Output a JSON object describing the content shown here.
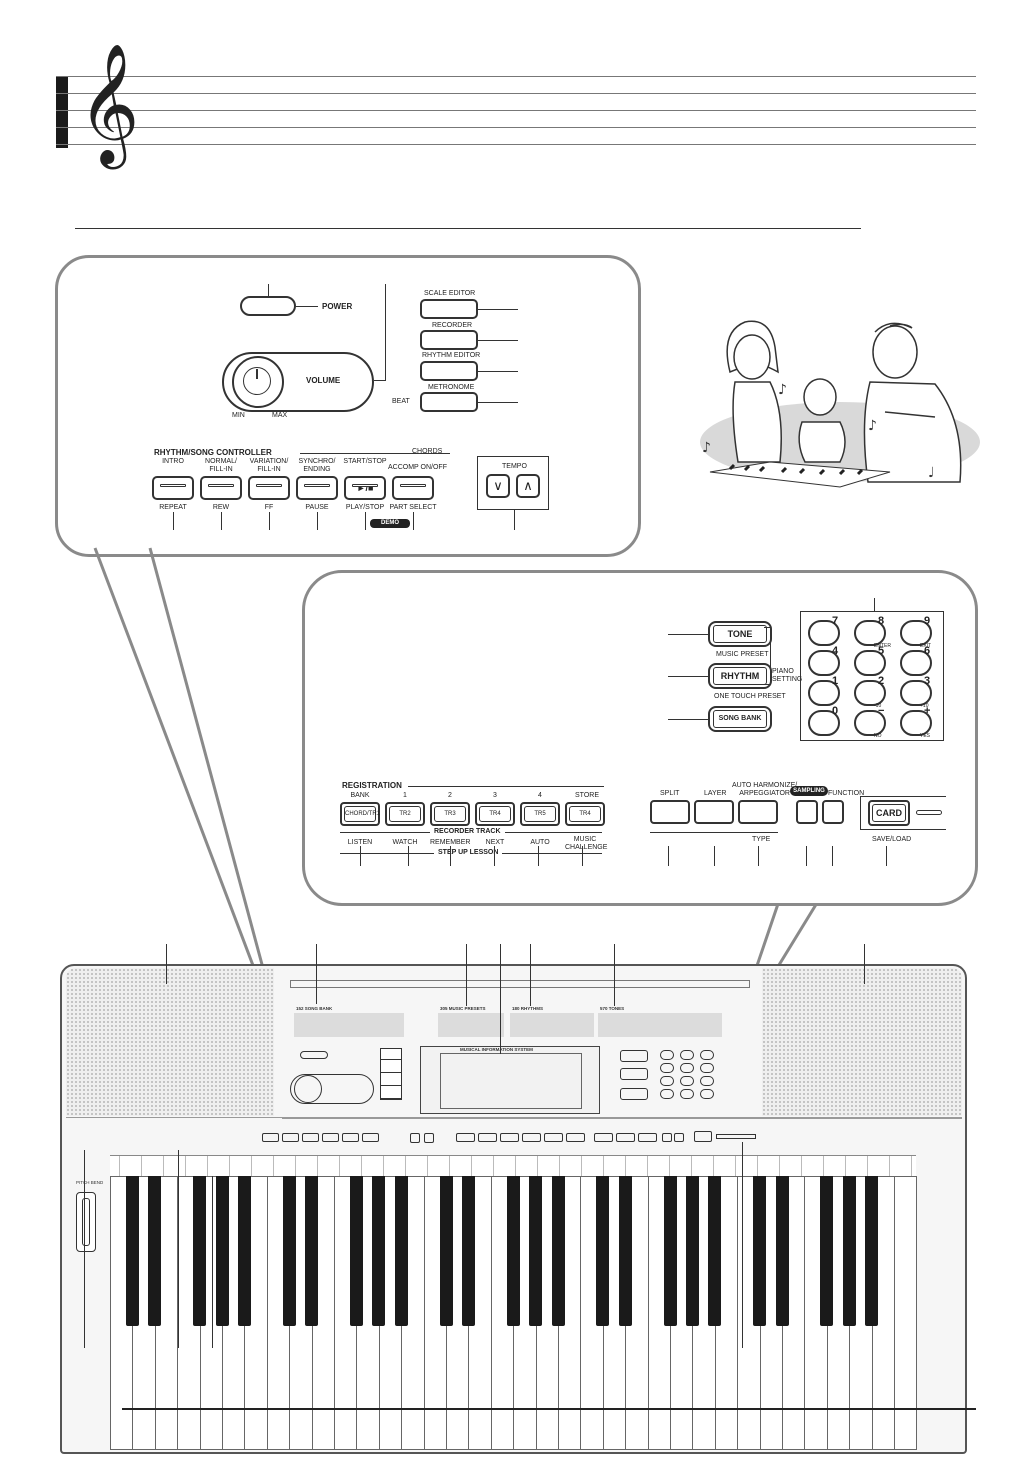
{
  "volume_panel": {
    "power_label": "POWER",
    "volume_label": "VOLUME",
    "min_label": "MIN",
    "max_label": "MAX",
    "scale_editor": "SCALE EDITOR",
    "recorder": "RECORDER",
    "rhythm_editor": "RHYTHM EDITOR",
    "metronome": "METRONOME",
    "beat": "BEAT"
  },
  "controller": {
    "title": "RHYTHM/SONG CONTROLLER",
    "chords_top": "CHORDS",
    "buttons": [
      {
        "top": "INTRO",
        "bottom": "REPEAT"
      },
      {
        "top": "NORMAL/\nFILL-IN",
        "bottom": "REW"
      },
      {
        "top": "VARIATION/\nFILL-IN",
        "bottom": "FF"
      },
      {
        "top": "SYNCHRO/\nENDING",
        "bottom": "PAUSE"
      },
      {
        "top": "START/STOP",
        "bottom": "PLAY/STOP",
        "face": "►/■"
      },
      {
        "top": "ACCOMP ON/OFF",
        "bottom": "PART SELECT"
      }
    ],
    "demo": "DEMO",
    "tempo": "TEMPO"
  },
  "mode_panel": {
    "tone": "TONE",
    "music_preset": "MUSIC PRESET",
    "rhythm": "RHYTHM",
    "one_touch_preset": "ONE TOUCH PRESET",
    "song_bank": "SONG BANK",
    "piano_setting": "PIANO\nSETTING",
    "numpad": [
      {
        "d": "7",
        "s": ""
      },
      {
        "d": "8",
        "s": "ENTER"
      },
      {
        "d": "9",
        "s": "EXIT"
      },
      {
        "d": "4",
        "s": ""
      },
      {
        "d": "5",
        "s": ""
      },
      {
        "d": "6",
        "s": ""
      },
      {
        "d": "1",
        "s": ""
      },
      {
        "d": "2",
        "s": "-10"
      },
      {
        "d": "3",
        "s": "+10"
      },
      {
        "d": "0",
        "s": ""
      },
      {
        "d": "−",
        "s": "NO"
      },
      {
        "d": "+",
        "s": "YES"
      }
    ]
  },
  "registration": {
    "title": "REGISTRATION",
    "headers": [
      "BANK",
      "1",
      "2",
      "3",
      "4",
      "STORE"
    ],
    "buttons": [
      "CHORD/TR1",
      "TR2",
      "TR3",
      "TR4",
      "TR5",
      "TR4"
    ],
    "recorder_track": "RECORDER TRACK",
    "lesson_labels": [
      "LISTEN",
      "WATCH",
      "REMEMBER",
      "NEXT",
      "AUTO",
      "MUSIC\nCHALLENGE"
    ],
    "step_up": "STEP UP LESSON"
  },
  "function_panel": {
    "split": "SPLIT",
    "layer": "LAYER",
    "auto_harmonize": "AUTO HARMONIZE/\nARPEGGIATOR",
    "type": "TYPE",
    "sampling": "SAMPLING",
    "function": "FUNCTION",
    "card": "CARD",
    "save_load": "SAVE/LOAD"
  },
  "keyboard_body": {
    "song_bank_label": "152 SONG BANK",
    "music_presets_label": "305 MUSIC PRESETS",
    "rhythms_label": "180 RHYTHMS",
    "tones_label": "570 TONES",
    "display_title": "MUSICAL INFORMATION SYSTEM",
    "pitch_bend": "PITCH BEND"
  }
}
